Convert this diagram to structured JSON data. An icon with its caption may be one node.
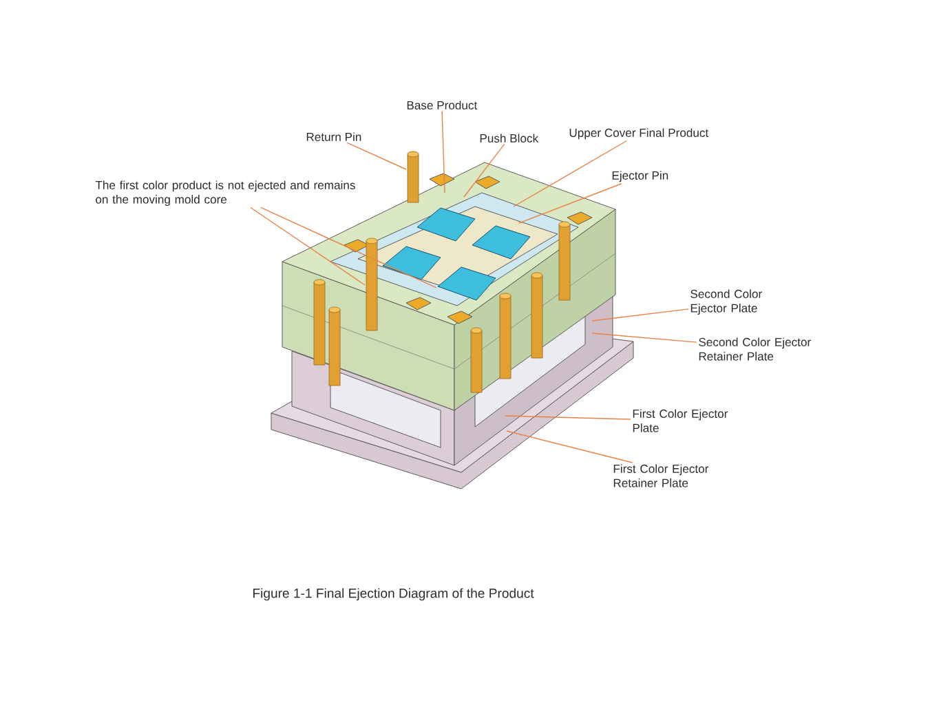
{
  "diagram": {
    "caption": "Figure 1-1  Final Ejection Diagram of the Product",
    "nodes": [
      {
        "text": [
          "Base Product"
        ]
      },
      {
        "text": [
          "Return Pin"
        ]
      },
      {
        "text": [
          "Push Block"
        ]
      },
      {
        "text": [
          "Upper Cover Final Product"
        ]
      },
      {
        "text": [
          "The first color product is not ejected and remains on the moving mold core"
        ]
      },
      {
        "text": [
          "Ejector Pin"
        ]
      },
      {
        "text": [
          "Second Color Ejector Plate"
        ]
      },
      {
        "text": [
          "Second Color Ejector Retainer Plate"
        ]
      },
      {
        "text": [
          "First Color Ejector Plate"
        ]
      },
      {
        "text": [
          "First Color Ejector Retainer Plate"
        ]
      }
    ],
    "edges": [
      {
        "from": 0,
        "to": null,
        "arrow": "none"
      },
      {
        "from": 1,
        "to": null,
        "arrow": "none"
      },
      {
        "from": 2,
        "to": null,
        "arrow": "none"
      },
      {
        "from": 3,
        "to": null,
        "arrow": "none"
      },
      {
        "from": 4,
        "to": null,
        "arrow": "none"
      },
      {
        "from": 4,
        "to": null,
        "arrow": "none"
      },
      {
        "from": 5,
        "to": null,
        "arrow": "none"
      },
      {
        "from": 6,
        "to": null,
        "arrow": "none"
      },
      {
        "from": 7,
        "to": null,
        "arrow": "none"
      },
      {
        "from": 8,
        "to": null,
        "arrow": "none"
      },
      {
        "from": 9,
        "to": null,
        "arrow": "none"
      }
    ]
  }
}
